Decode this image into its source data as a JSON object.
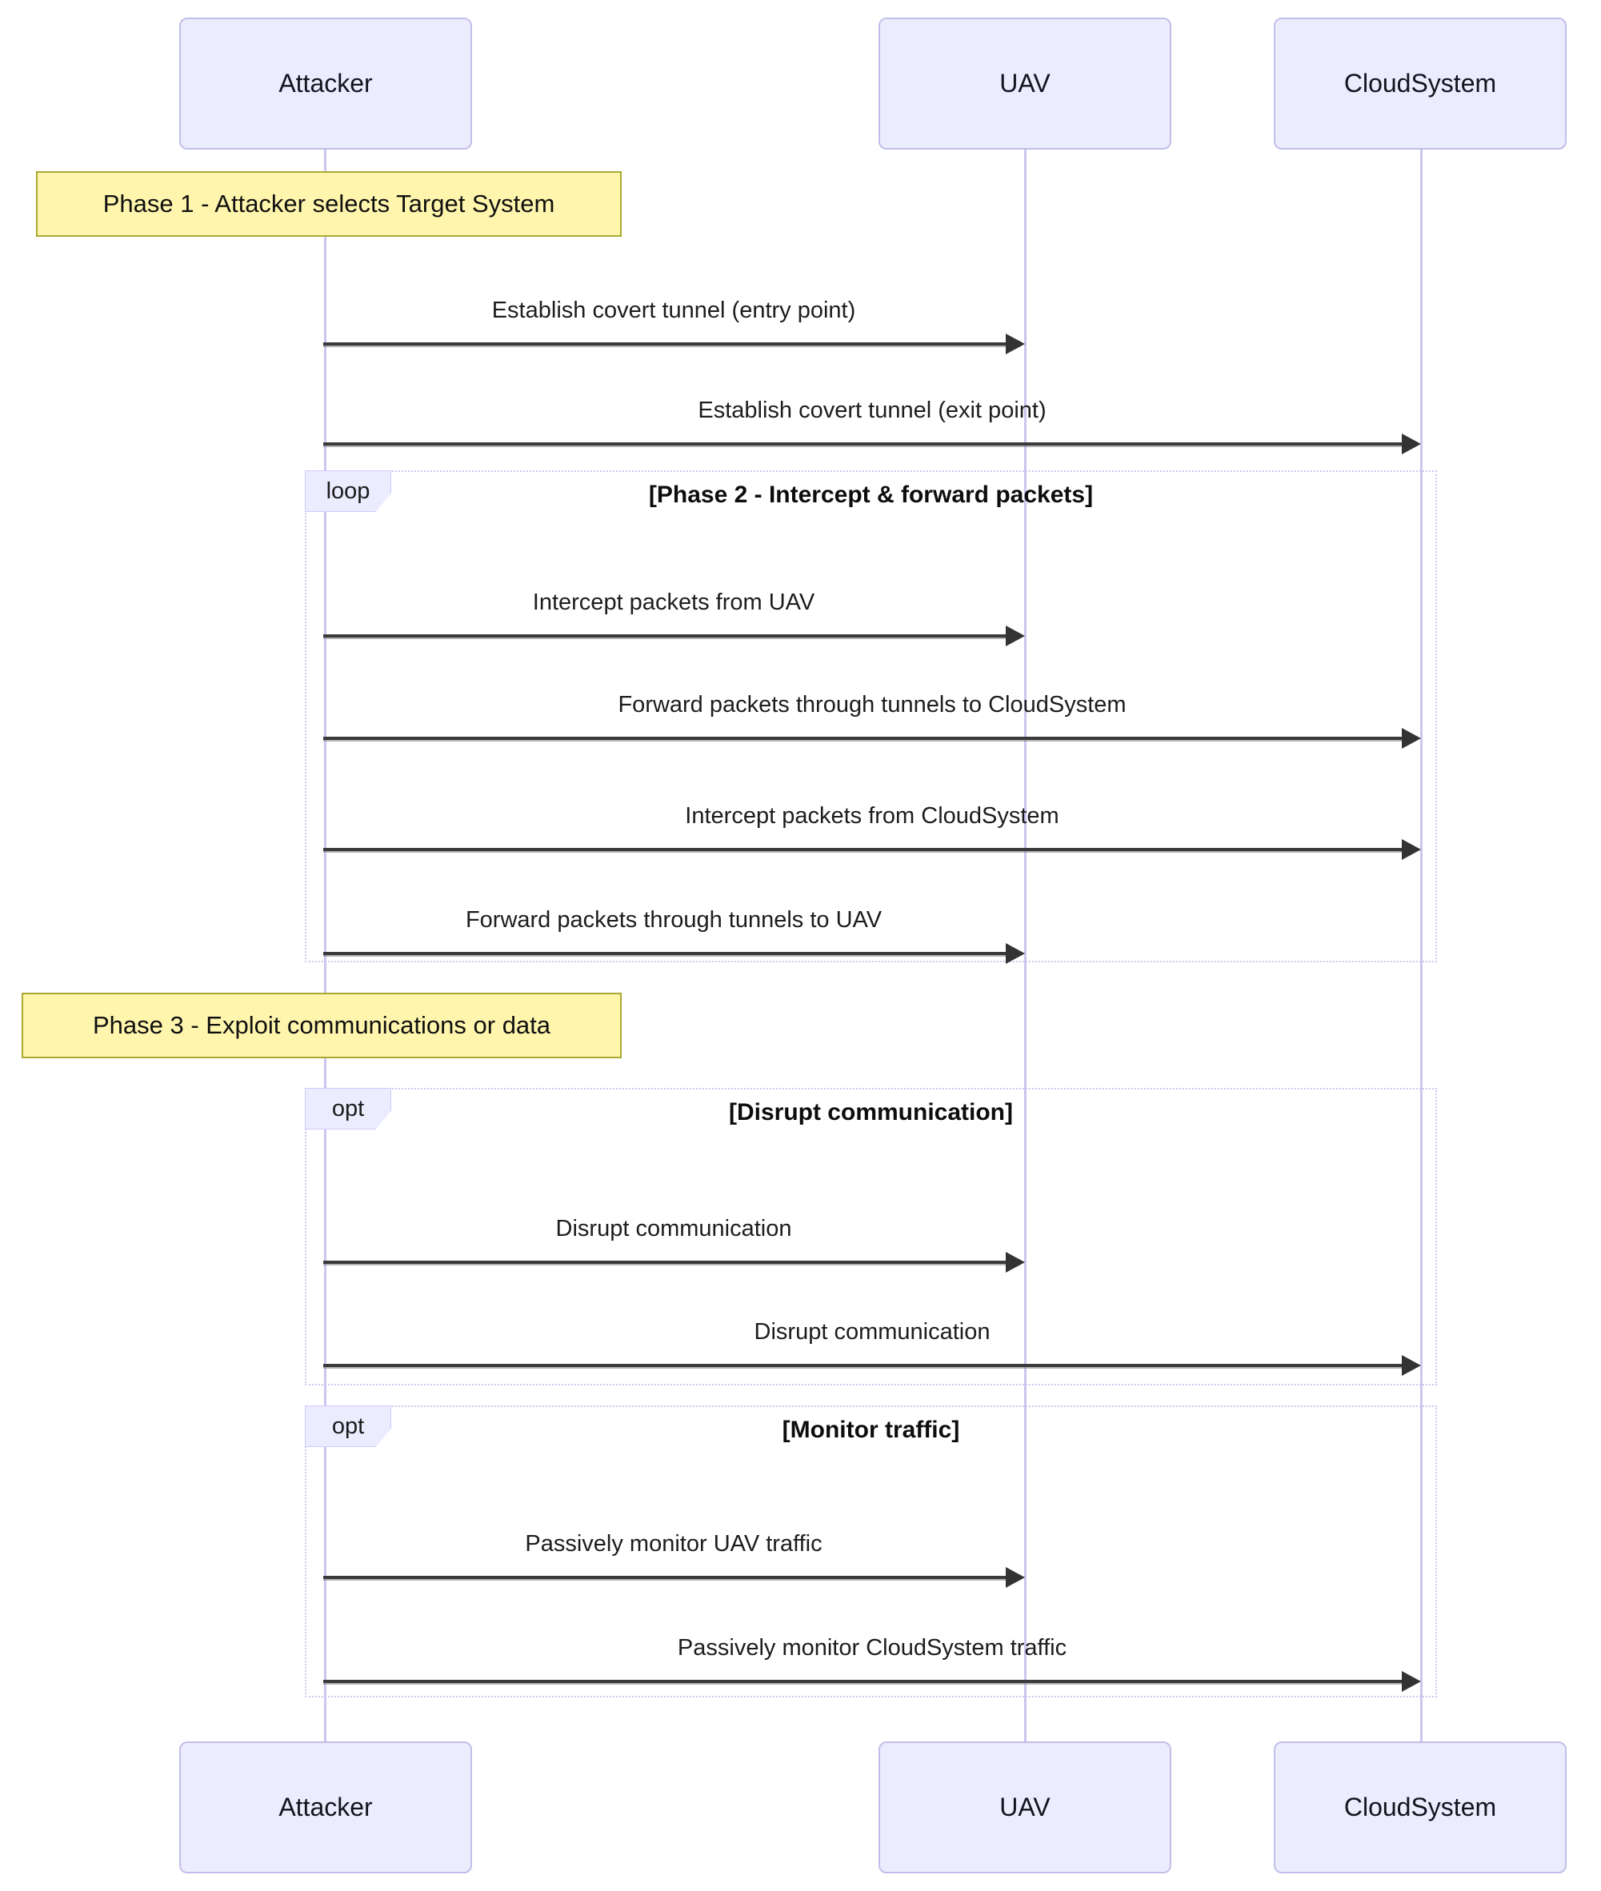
{
  "diagram": {
    "type": "sequence-diagram",
    "participants": [
      {
        "id": "attacker",
        "label": "Attacker"
      },
      {
        "id": "uav",
        "label": "UAV"
      },
      {
        "id": "cloudsystem",
        "label": "CloudSystem"
      }
    ],
    "notes": [
      {
        "text": "Phase 1 - Attacker selects Target System"
      },
      {
        "text": "Phase 3 - Exploit communications or data"
      }
    ],
    "fragments": [
      {
        "kind": "loop",
        "label": "loop",
        "title": "[Phase 2 - Intercept & forward packets]"
      },
      {
        "kind": "opt",
        "label": "opt",
        "title": "[Disrupt communication]"
      },
      {
        "kind": "opt",
        "label": "opt",
        "title": "[Monitor traffic]"
      }
    ],
    "messages": [
      {
        "from": "Attacker",
        "to": "UAV",
        "text": "Establish covert tunnel (entry point)"
      },
      {
        "from": "Attacker",
        "to": "CloudSystem",
        "text": "Establish covert tunnel (exit point)"
      },
      {
        "from": "Attacker",
        "to": "UAV",
        "text": "Intercept packets from UAV"
      },
      {
        "from": "Attacker",
        "to": "CloudSystem",
        "text": "Forward packets through tunnels to CloudSystem"
      },
      {
        "from": "Attacker",
        "to": "CloudSystem",
        "text": "Intercept packets from CloudSystem"
      },
      {
        "from": "Attacker",
        "to": "UAV",
        "text": "Forward packets through tunnels to UAV"
      },
      {
        "from": "Attacker",
        "to": "UAV",
        "text": "Disrupt communication"
      },
      {
        "from": "Attacker",
        "to": "CloudSystem",
        "text": "Disrupt communication"
      },
      {
        "from": "Attacker",
        "to": "UAV",
        "text": "Passively monitor UAV traffic"
      },
      {
        "from": "Attacker",
        "to": "CloudSystem",
        "text": "Passively monitor CloudSystem traffic"
      }
    ],
    "colors": {
      "actor_fill": "#ECECFF",
      "actor_border": "#C3BEE8",
      "lifeline": "#CBC5EF",
      "note_fill": "#FFF5AD",
      "note_border": "#AAAA33",
      "fragment_border": "#C9C9F0",
      "arrow": "#333333"
    }
  }
}
